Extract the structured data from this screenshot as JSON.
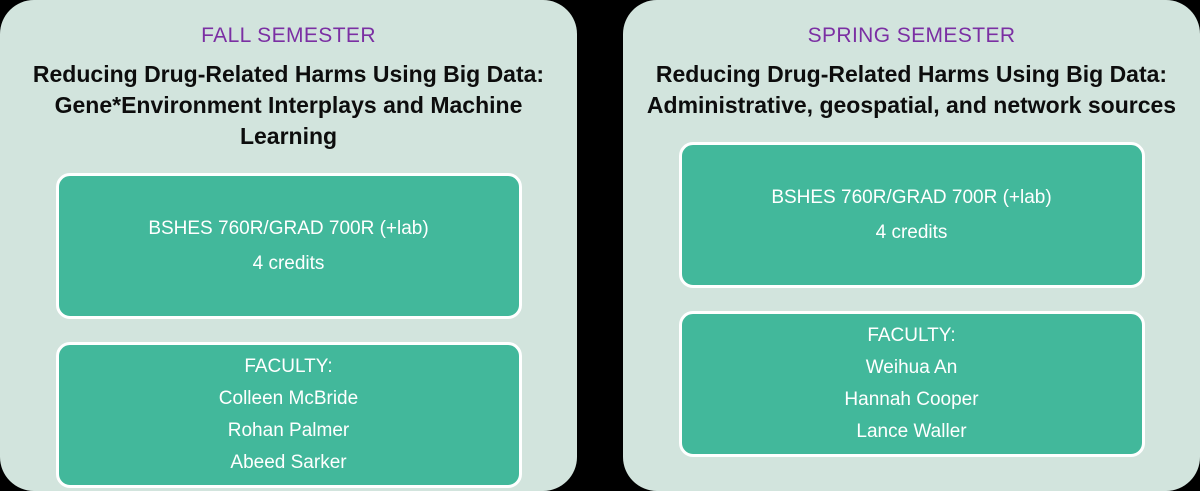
{
  "theme": {
    "page_background": "#000000",
    "panel_background": "#d2e4dd",
    "card_background": "#42b89b",
    "card_border": "#ffffff",
    "semester_label_color": "#7b2fa3",
    "title_color": "#0d0d0d",
    "card_text_color": "#ffffff"
  },
  "panels": [
    {
      "semester_label": "FALL SEMESTER",
      "course_title": "Reducing Drug-Related Harms Using Big Data:\nGene*Environment Interplays and Machine Learning",
      "course_card": {
        "code": "BSHES 760R/GRAD 700R (+lab)",
        "credits": "4 credits"
      },
      "faculty_card": {
        "heading": "FACULTY:",
        "members": [
          "Colleen McBride",
          "Rohan Palmer",
          "Abeed Sarker"
        ]
      }
    },
    {
      "semester_label": "SPRING SEMESTER",
      "course_title": "Reducing Drug-Related Harms Using Big Data:\nAdministrative, geospatial, and network sources",
      "course_card": {
        "code": "BSHES 760R/GRAD 700R (+lab)",
        "credits": "4 credits"
      },
      "faculty_card": {
        "heading": "FACULTY:",
        "members": [
          "Weihua An",
          "Hannah Cooper",
          "Lance Waller"
        ]
      }
    }
  ]
}
